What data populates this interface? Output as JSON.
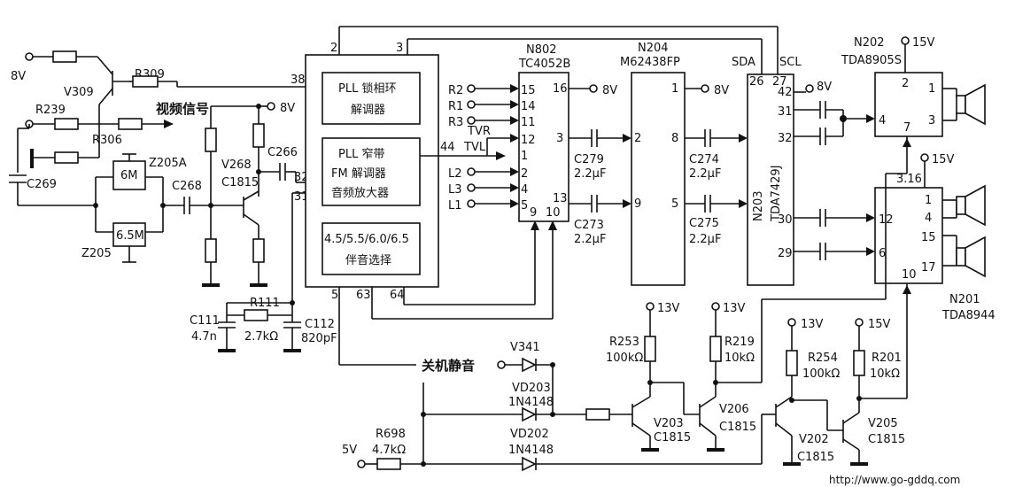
{
  "labels": {
    "8V_in": "8V",
    "V309": "V309",
    "R309": "R309",
    "R239": "R239",
    "R306": "R306",
    "video": "视频信号",
    "pin38": "38",
    "pin2": "2",
    "pin3": "3",
    "C269": "C269",
    "Z205A": "Z205A",
    "6M": "6M",
    "6_5M": "6.5M",
    "Z205": "Z205",
    "C268": "C268",
    "8V_b": "8V",
    "V268": "V268",
    "C1815": "C1815",
    "C266": "C266",
    "pin32": "32",
    "pin31": "31",
    "pll1": "PLL 锁相环",
    "pll1b": "解调器",
    "pll2": "PLL 窄带",
    "pll2b": "FM 解调器",
    "pll2c": "音频放大器",
    "sel": "4.5/5.5/6.0/6.5",
    "selb": "伴音选择",
    "pin44": "44",
    "pin5": "5",
    "pin63": "63",
    "pin64": "64",
    "C111": "C111",
    "C111v": "4.7n",
    "R111": "R111",
    "R111v": "2.7kΩ",
    "C112": "C112",
    "C112v": "820pF",
    "N802": "N802",
    "TC4052B": "TC4052B",
    "R2": "R2",
    "R1": "R1",
    "R3": "R3",
    "TVR": "TVR",
    "TVL": "TVL",
    "L2": "L2",
    "L3": "L3",
    "L1": "L1",
    "p15": "15",
    "p14": "14",
    "p11": "11",
    "p12": "12",
    "p1": "1",
    "p2": "2",
    "p4": "4",
    "p5": "5",
    "p16": "16",
    "p3": "3",
    "p13": "13",
    "p9": "9",
    "p10": "10",
    "8V_c": "8V",
    "C279": "C279",
    "C279v": "2.2μF",
    "C273": "C273",
    "C273v": "2.2μF",
    "N204": "N204",
    "M62438FP": "M62438FP",
    "n1": "1",
    "n2": "2",
    "n8": "8",
    "n9": "9",
    "n5": "5",
    "8V_d": "8V",
    "C274": "C274",
    "C274v": "2.2μF",
    "C275": "C275",
    "C275v": "2.2μF",
    "SDA": "SDA",
    "SCL": "SCL",
    "m26": "26",
    "m27": "27",
    "m42": "42",
    "m31": "31",
    "m32": "32",
    "m30": "30",
    "m29": "29",
    "8V_e": "8V",
    "N203": "N203",
    "TDA7429J": "TDA7429J",
    "N202": "N202",
    "TDA8905S": "TDA8905S",
    "15V_a": "15V",
    "a2": "2",
    "a1": "1",
    "a4": "4",
    "a3": "3",
    "a7": "7",
    "15V_b": "15V",
    "b316": "3.16",
    "b1": "1",
    "b12": "12",
    "b4": "4",
    "b15": "15",
    "b6": "6",
    "b17": "17",
    "b10": "10",
    "N201": "N201",
    "TDA8944": "TDA8944",
    "mute": "关机静音",
    "V341": "V341",
    "VD203": "VD203",
    "VD203t": "1N4148",
    "VD202": "VD202",
    "VD202t": "1N4148",
    "5V": "5V",
    "R698": "R698",
    "R698v": "4.7kΩ",
    "13V_a": "13V",
    "R253": "R253",
    "R253v": "100kΩ",
    "V203": "V203",
    "V203t": "C1815",
    "13V_b": "13V",
    "R219": "R219",
    "R219v": "10kΩ",
    "V206": "V206",
    "V206t": "C1815",
    "13V_c": "13V",
    "R254": "R254",
    "R254v": "100kΩ",
    "V202": "V202",
    "V202t": "C1815",
    "15V_c": "15V",
    "R201": "R201",
    "R201v": "10kΩ",
    "V205": "V205",
    "V205t": "C1815",
    "url": "http://www.go-gddq.com"
  }
}
